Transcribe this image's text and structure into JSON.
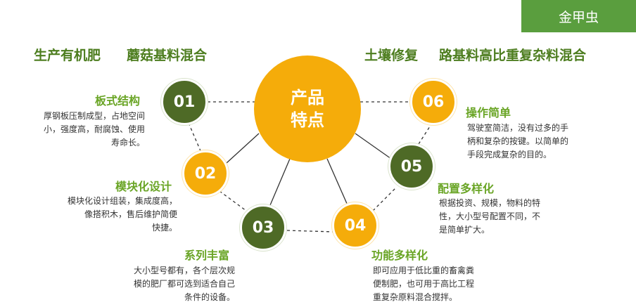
{
  "brand": "金甲虫",
  "headlines": {
    "left_1": "生产有机肥",
    "left_2": "蘑菇基料混合",
    "right_1": "土壤修复",
    "right_2": "路基料高比重复杂料混合"
  },
  "center": {
    "line1": "产品",
    "line2": "特点"
  },
  "features": [
    {
      "num": "01",
      "title": "板式结构",
      "desc": "厚钢板压制成型，占地空间\n小，强度高，耐腐蚀、使用\n寿命长。"
    },
    {
      "num": "02",
      "title": "模块化设计",
      "desc": "模块化设计组装，集成度高，\n像搭积木，售后维护简便\n快捷。"
    },
    {
      "num": "03",
      "title": "系列丰富",
      "desc": "大小型号都有，各个层次规\n模的肥厂都可选到适合自己\n条件的设备。"
    },
    {
      "num": "04",
      "title": "功能多样化",
      "desc": "即可应用于低比重的畜禽粪\n便制肥，也可用于高比工程\n重复杂原料混合搅拌。"
    },
    {
      "num": "05",
      "title": "配置多样化",
      "desc": "根据投资、规模，物料的特\n性，大小型号配置不同，不\n是简单扩大。"
    },
    {
      "num": "06",
      "title": "操作简单",
      "desc": "驾驶室简洁，没有过多的手\n柄和复杂的按键。以简单的\n手段完成复杂的目的。"
    }
  ],
  "colors": {
    "green": "#4e6a26",
    "orange": "#f5ac0a",
    "title_green": "#6aa526",
    "brand_bg": "#5a9e3e"
  }
}
